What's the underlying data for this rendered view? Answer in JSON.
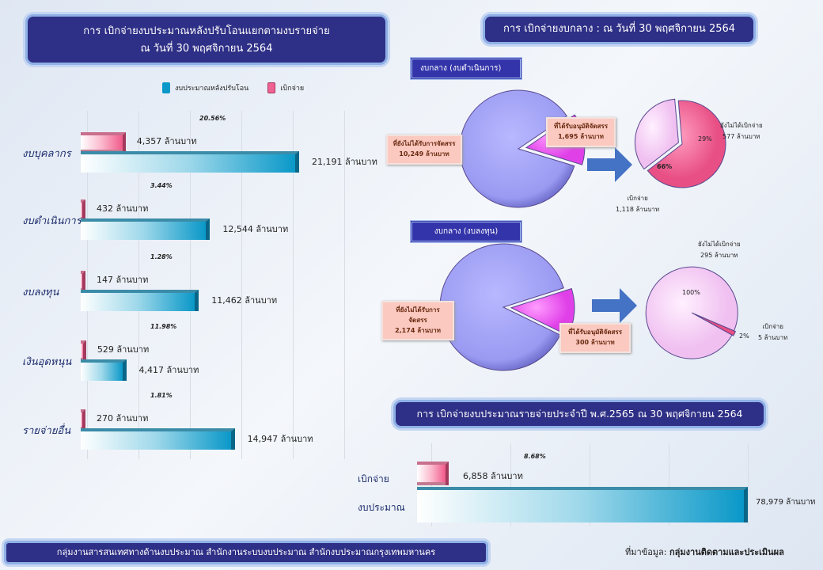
{
  "left": {
    "title_line1": "การ เบิกจ่ายงบประมาณหลังปรับโอนแยกตามงบรายจ่าย",
    "title_line2": "ณ วันที่ 30 พฤศจิกายน 2564",
    "legend": {
      "budget": "งบประมาณหลังปรับโอน",
      "spent": "เบิกจ่าย"
    }
  },
  "chart_data": [
    {
      "type": "bar",
      "title": "การ เบิกจ่ายงบประมาณหลังปรับโอนแยกตามงบรายจ่าย ณ วันที่ 30 พฤศจิกายน 2564",
      "categories": [
        "งบบุคลากร",
        "งบดำเนินการ",
        "งบลงทุน",
        "เงินอุดหนุน",
        "รายจ่ายอื่น"
      ],
      "unit": "ล้านบาท",
      "series": [
        {
          "name": "เบิกจ่าย",
          "values": [
            4357,
            432,
            147,
            529,
            270
          ],
          "labels": [
            "4,357",
            "432",
            "147",
            "529",
            "270"
          ],
          "color": "#f05a8a"
        },
        {
          "name": "งบประมาณหลังปรับโอน",
          "values": [
            21191,
            12544,
            11462,
            4417,
            14947
          ],
          "labels": [
            "21,191",
            "12,544",
            "11,462",
            "4,417",
            "14,947"
          ],
          "color": "#0a98c8"
        }
      ],
      "percent_labels": [
        "20.56%",
        "3.44%",
        "1.28%",
        "11.98%",
        "1.81%"
      ]
    },
    {
      "type": "pie",
      "title": "งบกลาง (งบดำเนินการ)",
      "slices": [
        {
          "label": "ที่ยังไม่ได้รับการจัดสรร",
          "value": 10249,
          "text": "10,249"
        },
        {
          "label": "ที่ได้รับอนุมัติจัดสรร",
          "value": 1695,
          "text": "1,695"
        }
      ]
    },
    {
      "type": "pie",
      "slices": [
        {
          "label": "เบิกจ่าย",
          "value": 1118,
          "text": "1,118",
          "pct": "66%"
        },
        {
          "label": "ยังไม่ได้เบิกจ่าย",
          "value": 577,
          "text": "577",
          "pct": "29%"
        }
      ]
    },
    {
      "type": "pie",
      "title": "งบกลาง (งบลงทุน)",
      "slices": [
        {
          "label": "ที่ยังไม่ได้รับการจัดสรร",
          "value": 2174,
          "text": "2,174"
        },
        {
          "label": "ที่ได้รับอนุมัติจัดสรร",
          "value": 300,
          "text": "300"
        }
      ]
    },
    {
      "type": "pie",
      "slices": [
        {
          "label": "เบิกจ่าย",
          "value": 5,
          "text": "5",
          "pct": "2%"
        },
        {
          "label": "ยังไม่ได้เบิกจ่าย",
          "value": 295,
          "text": "295",
          "pct": "100%"
        }
      ]
    },
    {
      "type": "bar",
      "title": "การ เบิกจ่ายงบประมาณรายจ่ายประจำปี พ.ศ.2565  ณ 30 พฤศจิกายน 2564",
      "categories": [
        "เบิกจ่าย",
        "งบประมาณ"
      ],
      "values": [
        6858,
        78979
      ],
      "labels": [
        "6,858",
        "78,979"
      ],
      "percent_label": "8.68%",
      "unit": "ล้านบาท"
    }
  ],
  "right": {
    "title": "การ เบิกจ่ายงบกลาง : ณ วันที่ 30 พฤศจิกายน 2564",
    "unit": "ล้านบาท"
  },
  "footer": {
    "org": "กลุ่มงานสารสนเทศทางด้านงบประมาณ สำนักงานระบบงบประมาณ สำนักงบประมาณกรุงเทพมหานคร",
    "source_label": "ที่มาข้อมูล:",
    "source": "กลุ่มงานติดตามและประเมินผล"
  }
}
